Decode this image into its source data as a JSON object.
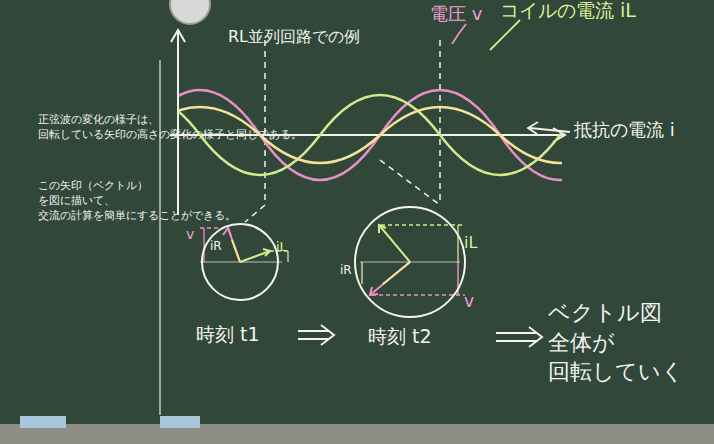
{
  "diagram": {
    "title": "RL並列回路での例",
    "nodes": [
      {
        "text": [
          "v",
          "iR",
          "iL",
          "時刻 t1"
        ]
      },
      {
        "text": [
          "iL",
          "iR",
          "v",
          "時刻 t2"
        ]
      },
      {
        "text": [
          "ベクトル図 全体が 回転していく"
        ]
      }
    ],
    "edges": [
      {
        "from": 0,
        "to": 1,
        "arrow": "to"
      },
      {
        "from": 1,
        "to": 2,
        "arrow": "to"
      }
    ],
    "labels": [
      "正弦波の変化の様子は、回転している矢印の高さの変化の様子と同じである。",
      "この矢印（ベクトル）を図に描いて、交流の計算を簡単にすることができる。",
      "電圧 v",
      "コイルの電流 iL",
      "抵抗の電流 i"
    ]
  }
}
